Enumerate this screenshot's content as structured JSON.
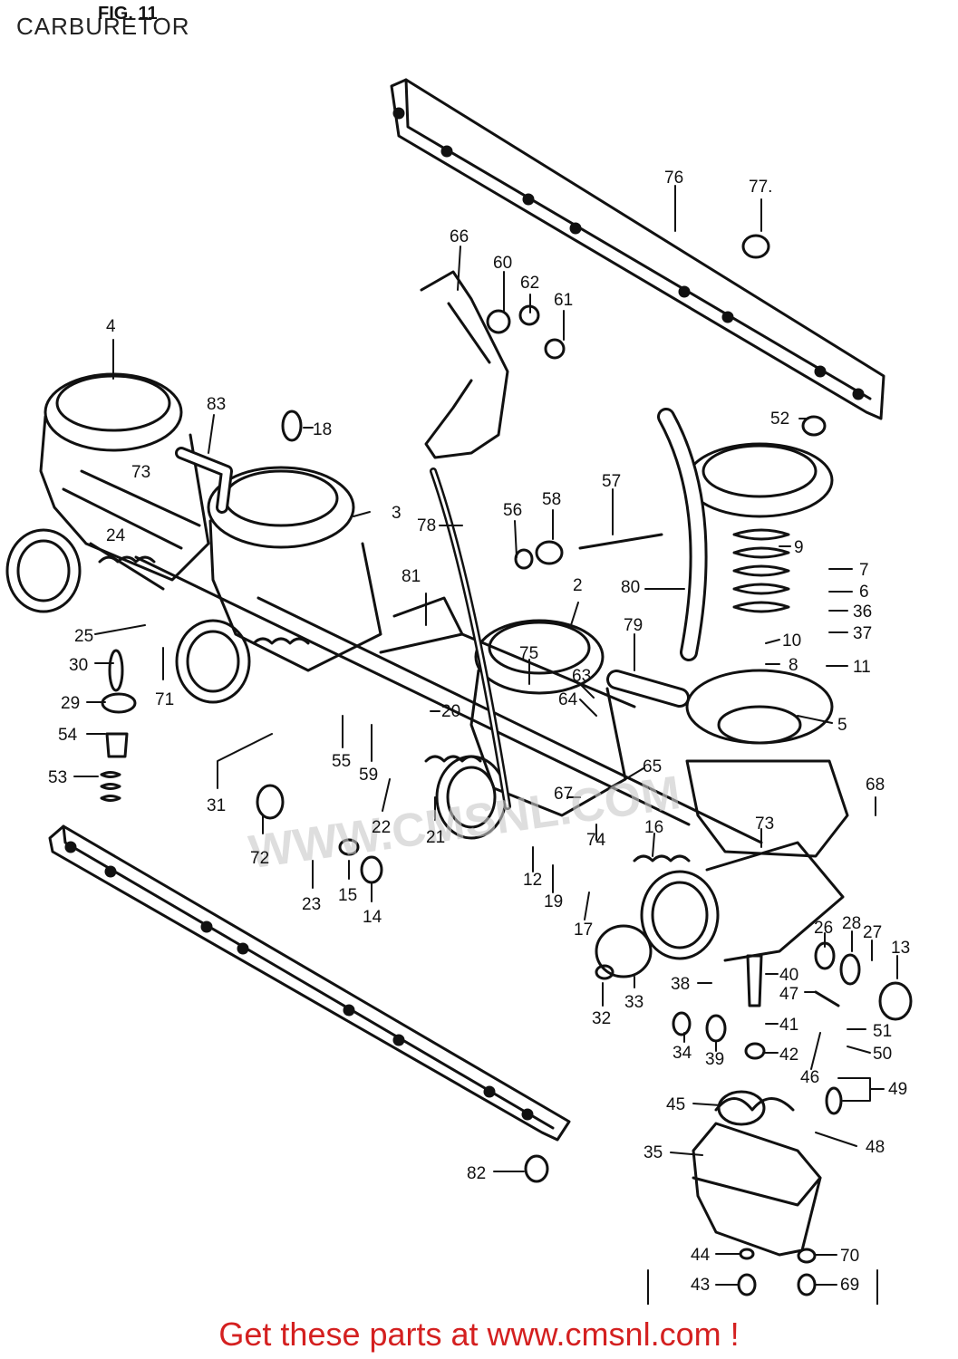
{
  "header": {
    "title": "CARBURETOR",
    "figure": "FIG. 11"
  },
  "labels": [
    {
      "id": "1",
      "text": "4"
    },
    {
      "id": "2",
      "text": "83"
    },
    {
      "id": "3",
      "text": "18"
    },
    {
      "id": "4",
      "text": "73"
    },
    {
      "id": "5",
      "text": "3"
    },
    {
      "id": "6",
      "text": "24"
    },
    {
      "id": "7",
      "text": "25"
    },
    {
      "id": "8",
      "text": "30"
    },
    {
      "id": "9",
      "text": "29"
    },
    {
      "id": "10",
      "text": "54"
    },
    {
      "id": "11",
      "text": "53"
    },
    {
      "id": "12",
      "text": "71"
    },
    {
      "id": "13",
      "text": "31"
    },
    {
      "id": "14",
      "text": "55"
    },
    {
      "id": "15",
      "text": "59"
    },
    {
      "id": "16",
      "text": "72"
    },
    {
      "id": "17",
      "text": "23"
    },
    {
      "id": "18",
      "text": "15"
    },
    {
      "id": "19",
      "text": "14"
    },
    {
      "id": "20",
      "text": "22"
    },
    {
      "id": "21",
      "text": "21"
    },
    {
      "id": "22",
      "text": "20"
    },
    {
      "id": "23",
      "text": "81"
    },
    {
      "id": "24",
      "text": "66"
    },
    {
      "id": "25",
      "text": "60"
    },
    {
      "id": "26",
      "text": "62"
    },
    {
      "id": "27",
      "text": "61"
    },
    {
      "id": "28",
      "text": "78"
    },
    {
      "id": "29",
      "text": "56"
    },
    {
      "id": "30",
      "text": "58"
    },
    {
      "id": "31",
      "text": "57"
    },
    {
      "id": "32",
      "text": "2"
    },
    {
      "id": "33",
      "text": "75"
    },
    {
      "id": "34",
      "text": "63"
    },
    {
      "id": "35",
      "text": "64"
    },
    {
      "id": "36",
      "text": "65"
    },
    {
      "id": "37",
      "text": "67"
    },
    {
      "id": "38",
      "text": "74"
    },
    {
      "id": "39",
      "text": "12"
    },
    {
      "id": "40",
      "text": "19"
    },
    {
      "id": "41",
      "text": "17"
    },
    {
      "id": "42",
      "text": "16"
    },
    {
      "id": "43",
      "text": "76"
    },
    {
      "id": "44",
      "text": "77."
    },
    {
      "id": "45",
      "text": "52"
    },
    {
      "id": "46",
      "text": "80"
    },
    {
      "id": "47",
      "text": "79"
    },
    {
      "id": "48",
      "text": "9"
    },
    {
      "id": "49",
      "text": "7"
    },
    {
      "id": "50",
      "text": "6"
    },
    {
      "id": "51",
      "text": "36"
    },
    {
      "id": "52",
      "text": "37"
    },
    {
      "id": "53",
      "text": "10"
    },
    {
      "id": "54",
      "text": "8"
    },
    {
      "id": "55",
      "text": "11"
    },
    {
      "id": "56",
      "text": "5"
    },
    {
      "id": "57",
      "text": "68"
    },
    {
      "id": "58",
      "text": "73"
    },
    {
      "id": "59",
      "text": "26"
    },
    {
      "id": "60",
      "text": "28"
    },
    {
      "id": "61",
      "text": "27"
    },
    {
      "id": "62",
      "text": "13"
    },
    {
      "id": "63",
      "text": "40"
    },
    {
      "id": "64",
      "text": "38"
    },
    {
      "id": "65",
      "text": "47"
    },
    {
      "id": "66",
      "text": "41"
    },
    {
      "id": "67",
      "text": "51"
    },
    {
      "id": "68",
      "text": "42"
    },
    {
      "id": "69",
      "text": "50"
    },
    {
      "id": "70",
      "text": "46"
    },
    {
      "id": "71",
      "text": "49"
    },
    {
      "id": "72",
      "text": "34"
    },
    {
      "id": "73",
      "text": "39"
    },
    {
      "id": "74",
      "text": "32"
    },
    {
      "id": "75",
      "text": "33"
    },
    {
      "id": "76",
      "text": "45"
    },
    {
      "id": "77",
      "text": "48"
    },
    {
      "id": "78",
      "text": "35"
    },
    {
      "id": "79",
      "text": "44"
    },
    {
      "id": "80",
      "text": "70"
    },
    {
      "id": "81",
      "text": "43"
    },
    {
      "id": "82",
      "text": "69"
    },
    {
      "id": "83",
      "text": "82"
    }
  ],
  "watermark": "WWW.CMSNL.COM",
  "footer": {
    "text": "Get these parts at www.cmsnl.com !",
    "color": "#d42020"
  }
}
